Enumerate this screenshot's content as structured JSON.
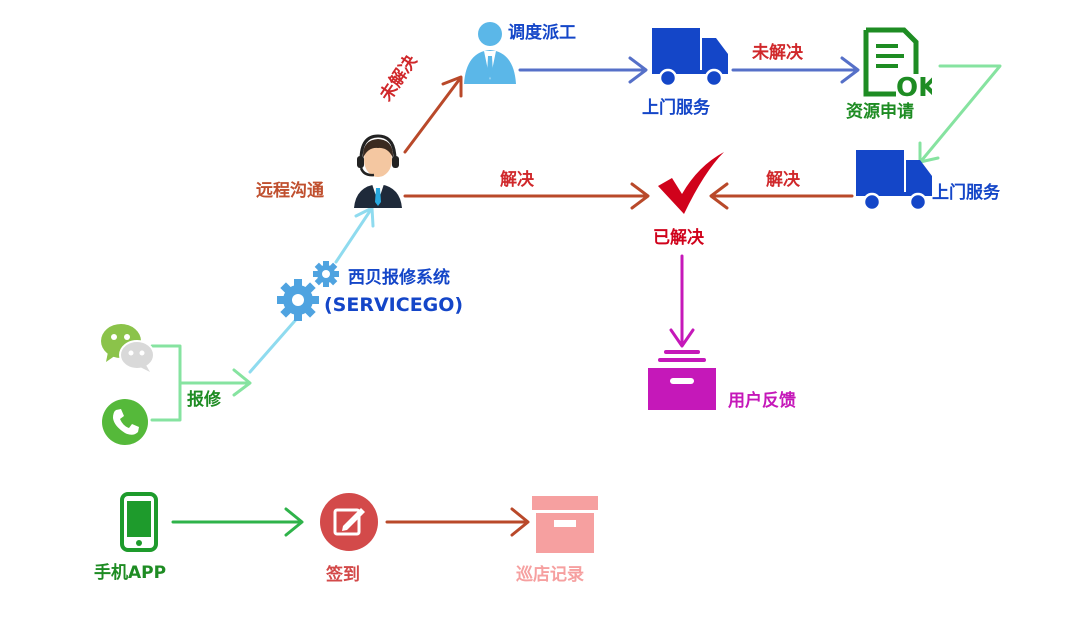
{
  "colors": {
    "wechat": "#8bc34a",
    "phone": "#55b93a",
    "gear": "#4fa3e0",
    "agent_text": "#c0502f",
    "blue": "#1446c8",
    "green": "#1e8c23",
    "red_check": "#d0021b",
    "magenta": "#c518b9",
    "pink": "#f6a0a0",
    "arrow_cyan": "#8fdbef",
    "arrow_brown": "#b9492a",
    "arrow_blue": "#5670c8",
    "arrow_light_green": "#86e3a0",
    "arrow_green": "#2fb34a",
    "arrow_magenta": "#c518b9"
  },
  "nodes": {
    "report": "报修",
    "system_name": "西贝报修系统",
    "system_code": "(SERVICEGO)",
    "remote": "远程沟通",
    "dispatch": "调度派工",
    "onsite_1": "上门服务",
    "resource": "资源申请",
    "onsite_2": "上门服务",
    "resolved": "已解决",
    "feedback": "用户反馈",
    "mobile": "手机APP",
    "checkin": "签到",
    "patrol": "巡店记录"
  },
  "edges": {
    "unresolved_1": "未解决",
    "unresolved_2": "未解决",
    "resolved_1": "解决",
    "resolved_2": "解决"
  },
  "icons": {
    "wechat": "wechat-icon",
    "phone": "phone-icon",
    "gears": "gears-icon",
    "agent": "headset-agent-icon",
    "person": "person-icon",
    "truck": "truck-icon",
    "ok_doc": "ok-document-icon",
    "check": "checkmark-icon",
    "inbox": "inbox-tray-icon",
    "mobile": "mobile-phone-icon",
    "sign": "edit-pencil-icon",
    "box": "archive-box-icon"
  }
}
